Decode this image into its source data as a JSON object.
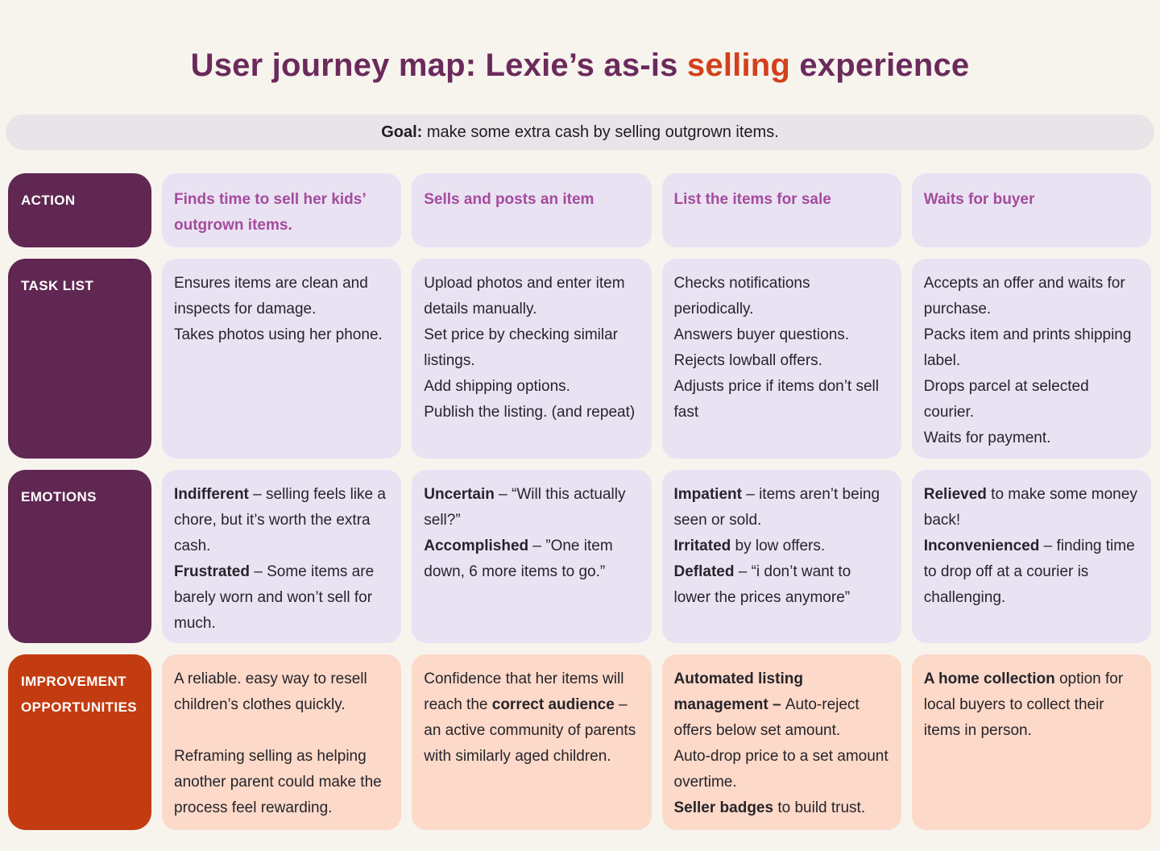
{
  "title": {
    "prefix": "User journey map: Lexie’s as-is ",
    "highlight": "selling",
    "suffix": " experience"
  },
  "goal": {
    "label": "Goal:",
    "text": " make some extra cash by selling outgrown items."
  },
  "colors": {
    "background": "#F7F4EE",
    "banner_bg": "#E9E4E7",
    "purple_header": "#5F2751",
    "orange_header": "#C33B10",
    "lavender_cell": "#E9E2F3",
    "peach_cell": "#FCD9C8",
    "title_purple": "#6B2A5C",
    "highlight_orange": "#D2411B",
    "action_text": "#A44B9C",
    "ink": "#26242B"
  },
  "rows": {
    "action": {
      "header": "ACTION",
      "cells": [
        [
          {
            "t": "Finds time to sell her kids’ outgrown items."
          }
        ],
        [
          {
            "t": "Sells and posts an item"
          }
        ],
        [
          {
            "t": "List the items for sale"
          }
        ],
        [
          {
            "t": "Waits for buyer"
          }
        ]
      ]
    },
    "task_list": {
      "header": "TASK LIST",
      "cells": [
        [
          {
            "t": "Ensures items are clean and inspects for damage.\nTakes photos using her phone."
          }
        ],
        [
          {
            "t": "Upload photos and enter item details manually.\nSet price by checking similar listings.\nAdd shipping options.\nPublish the listing. (and repeat)"
          }
        ],
        [
          {
            "t": "Checks notifications periodically.\nAnswers buyer questions.\nRejects lowball offers.\nAdjusts price if items don’t sell fast"
          }
        ],
        [
          {
            "t": "Accepts an offer and waits for purchase.\nPacks item and prints shipping label.\nDrops parcel at selected courier.\nWaits for payment."
          }
        ]
      ]
    },
    "emotions": {
      "header": "EMOTIONS",
      "cells": [
        [
          {
            "t": "Indifferent",
            "b": true
          },
          {
            "t": " – selling feels like a chore, but it’s worth the extra cash.\n"
          },
          {
            "t": "Frustrated",
            "b": true
          },
          {
            "t": " – Some items are barely worn and won’t sell for much."
          }
        ],
        [
          {
            "t": "Uncertain",
            "b": true
          },
          {
            "t": " – “Will this actually sell?”\n"
          },
          {
            "t": "Accomplished",
            "b": true
          },
          {
            "t": " – ”One item down, 6 more items to go.”"
          }
        ],
        [
          {
            "t": "Impatient",
            "b": true
          },
          {
            "t": " – items aren’t being seen or sold.\n"
          },
          {
            "t": "Irritated",
            "b": true
          },
          {
            "t": " by low offers.\n"
          },
          {
            "t": "Deflated",
            "b": true
          },
          {
            "t": " – “i don’t want to lower the prices anymore”"
          }
        ],
        [
          {
            "t": "Relieved",
            "b": true
          },
          {
            "t": " to make some money back!\n"
          },
          {
            "t": "Inconvenienced",
            "b": true
          },
          {
            "t": " – finding time to drop off at a courier is challenging."
          }
        ]
      ]
    },
    "improvements": {
      "header": "IMPROVEMENT OPPORTUNITIES",
      "cells": [
        [
          {
            "t": "A reliable. easy way to resell children’s clothes quickly.\n\nReframing selling as helping another parent could make the process feel rewarding."
          }
        ],
        [
          {
            "t": "Confidence that her items will reach the "
          },
          {
            "t": "correct audience",
            "b": true
          },
          {
            "t": " – an active community of parents with similarly aged children."
          }
        ],
        [
          {
            "t": "Automated listing management – ",
            "b": true
          },
          {
            "t": "Auto-reject offers below set amount.\nAuto-drop price to a set amount overtime.\n"
          },
          {
            "t": "Seller badges",
            "b": true
          },
          {
            "t": " to build trust."
          }
        ],
        [
          {
            "t": "A home collection",
            "b": true
          },
          {
            "t": " option for local buyers to collect their items in person."
          }
        ]
      ]
    }
  }
}
